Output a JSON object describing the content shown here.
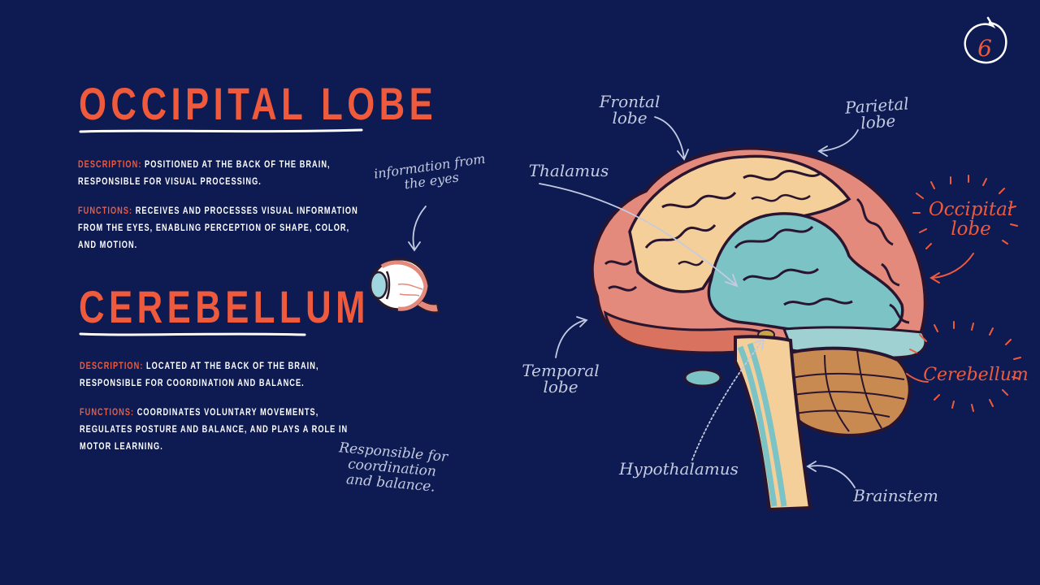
{
  "page_number": "6",
  "occipital": {
    "title": "OCCIPITAL LOBE",
    "description_label": "DESCRIPTION:",
    "description_text": " POSITIONED AT THE BACK OF THE BRAIN, RESPONSIBLE FOR VISUAL PROCESSING.",
    "functions_label": "FUNCTIONS:",
    "functions_text": " RECEIVES AND PROCESSES VISUAL INFORMATION FROM THE EYES, ENABLING PERCEPTION OF SHAPE, COLOR, AND MOTION."
  },
  "cerebellum": {
    "title": "CEREBELLUM",
    "description_label": "DESCRIPTION:",
    "description_text": " LOCATED AT THE BACK OF THE BRAIN, RESPONSIBLE FOR COORDINATION AND BALANCE.",
    "functions_label": "FUNCTIONS:",
    "functions_text": " COORDINATES VOLUNTARY MOVEMENTS, REGULATES POSTURE AND BALANCE, AND PLAYS A ROLE IN MOTOR LEARNING."
  },
  "annotations": {
    "eye_note": "information from\nthe eyes",
    "cerebellum_note": "Responsible for\ncoordination\nand balance."
  },
  "brain_labels": {
    "frontal": "Frontal\nlobe",
    "parietal": "Parietal\nlobe",
    "thalamus": "Thalamus",
    "occipital": "Occipital\nlobe",
    "temporal": "Temporal\nlobe",
    "cerebellum": "Cerebellum",
    "hypothalamus": "Hypothalamus",
    "brainstem": "Brainstem"
  },
  "icons": {
    "eye": "eyeball-icon",
    "brain": "brain-illustration",
    "page_circle": "hand-drawn-circle"
  },
  "colors": {
    "background": "#0d1b52",
    "accent": "#ef5a3c",
    "text": "#ffffff",
    "annotation": "#c4cbe0",
    "lobe_pink": "#e38a7d",
    "lobe_peach": "#f4cf99",
    "lobe_teal": "#7cc3c6"
  }
}
